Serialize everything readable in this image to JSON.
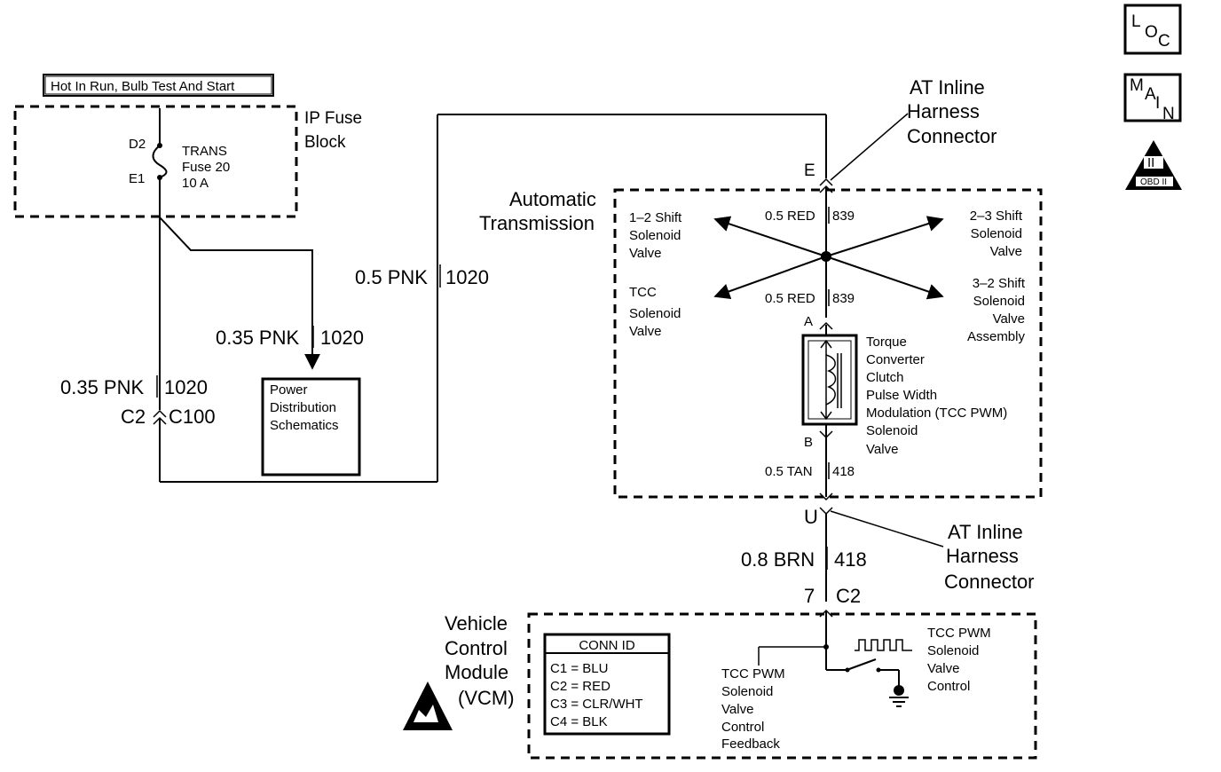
{
  "title": "Hot In Run, Bulb Test And Start",
  "badges": {
    "loc": [
      "L",
      "O",
      "C"
    ],
    "main": [
      "M",
      "A",
      "I",
      "N"
    ],
    "obd": {
      "roman": "II",
      "label": "OBD II"
    }
  },
  "ip_fuse_block": {
    "label": [
      "IP Fuse",
      "Block"
    ],
    "pin_top": "D2",
    "pin_bottom": "E1",
    "fuse": [
      "TRANS",
      "Fuse 20",
      "10 A"
    ]
  },
  "wires": {
    "w1": {
      "size_color": "0.35 PNK",
      "circuit": "1020"
    },
    "w2": {
      "size_color": "0.35 PNK",
      "circuit": "1020"
    },
    "w3": {
      "size_color": "0.5 PNK",
      "circuit": "1020"
    },
    "w4": {
      "size_color": "0.5 RED",
      "circuit": "839"
    },
    "w5": {
      "size_color": "0.5 RED",
      "circuit": "839"
    },
    "w6": {
      "size_color": "0.5 TAN",
      "circuit": "418"
    },
    "w7": {
      "size_color": "0.8 BRN",
      "circuit": "418"
    }
  },
  "connector_c100": {
    "left": "C2",
    "right": "C100"
  },
  "power_distribution": [
    "Power",
    "Distribution",
    "Schematics"
  ],
  "at_inline_connector": [
    "AT Inline",
    "Harness",
    "Connector"
  ],
  "pins": {
    "e": "E",
    "u": "U",
    "a": "A",
    "b": "B",
    "vcm_pin": "7",
    "vcm_conn": "C2"
  },
  "automatic_transmission": [
    "Automatic",
    "Transmission"
  ],
  "solenoids": {
    "s12": [
      "1–2 Shift",
      "Solenoid",
      "Valve"
    ],
    "s23": [
      "2–3 Shift",
      "Solenoid",
      "Valve"
    ],
    "tcc": [
      "TCC",
      "Solenoid",
      "Valve"
    ],
    "s32": [
      "3–2 Shift",
      "Solenoid",
      "Valve",
      "Assembly"
    ],
    "pwm": [
      "Torque",
      "Converter",
      "Clutch",
      "Pulse Width",
      "Modulation (TCC PWM)",
      "Solenoid",
      "Valve"
    ]
  },
  "vcm": {
    "label": [
      "Vehicle",
      "Control",
      "Module",
      "(VCM)"
    ],
    "conn_id": {
      "header": "CONN ID",
      "rows": [
        "C1 = BLU",
        "C2 = RED",
        "C3 = CLR/WHT",
        "C4 = BLK"
      ]
    },
    "feedback": [
      "TCC PWM",
      "Solenoid",
      "Valve",
      "Control",
      "Feedback"
    ],
    "control": [
      "TCC PWM",
      "Solenoid",
      "Valve",
      "Control"
    ]
  }
}
